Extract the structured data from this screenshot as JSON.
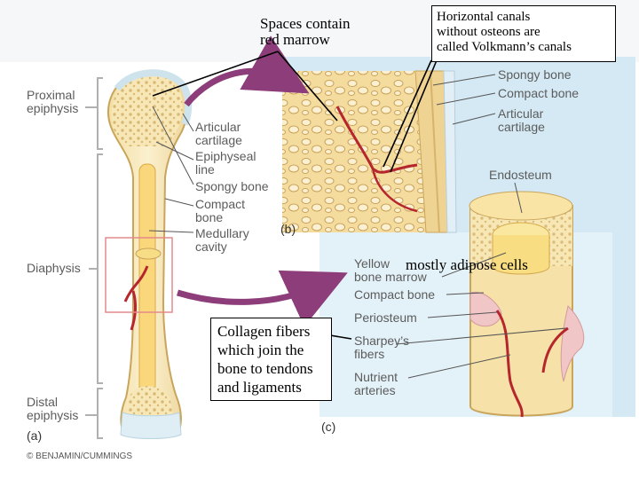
{
  "colors": {
    "bone": "#f5e6b0",
    "spongy": "#f0d290",
    "vessel": "#b5262d",
    "periosteum_pink": "#f1c6c7",
    "blue_panel": "#d4e9f4",
    "arrow": "#8c3d7a",
    "bracket": "#b0b0b0"
  },
  "callouts": {
    "red_marrow": [
      "Spaces contain",
      "red marrow"
    ],
    "volkmann": [
      "Horizontal canals",
      "without osteons are",
      "called Volkmann’s canals"
    ],
    "collagen": [
      "Collagen fibers",
      "which join the",
      "bone to tendons",
      "and ligaments"
    ],
    "adipose": "mostly adipose cells"
  },
  "regions": {
    "proximal": [
      "Proximal",
      "epiphysis"
    ],
    "diaphysis": "Diaphysis",
    "distal": [
      "Distal",
      "epiphysis"
    ]
  },
  "panel_a_labels": {
    "articular_cartilage": [
      "Articular",
      "cartilage"
    ],
    "epiphyseal_line": [
      "Epiphyseal",
      "line"
    ],
    "spongy_bone": "Spongy bone",
    "compact_bone": [
      "Compact",
      "bone"
    ],
    "medullary_cavity": [
      "Medullary",
      "cavity"
    ]
  },
  "panel_b_labels": {
    "spongy_bone": "Spongy bone",
    "compact_bone": "Compact bone",
    "articular_cartilage": [
      "Articular",
      "cartilage"
    ]
  },
  "panel_c_labels": {
    "endosteum": "Endosteum",
    "yellow_marrow": [
      "Yellow",
      "bone marrow"
    ],
    "compact_bone": "Compact bone",
    "periosteum": "Periosteum",
    "sharpeys": [
      "Sharpey’s",
      "fibers"
    ],
    "nutrient": [
      "Nutrient",
      "arteries"
    ]
  },
  "figure_letters": {
    "a": "(a)",
    "b": "(b)",
    "c": "(c)"
  },
  "copyright": "© BENJAMIN/CUMMINGS"
}
